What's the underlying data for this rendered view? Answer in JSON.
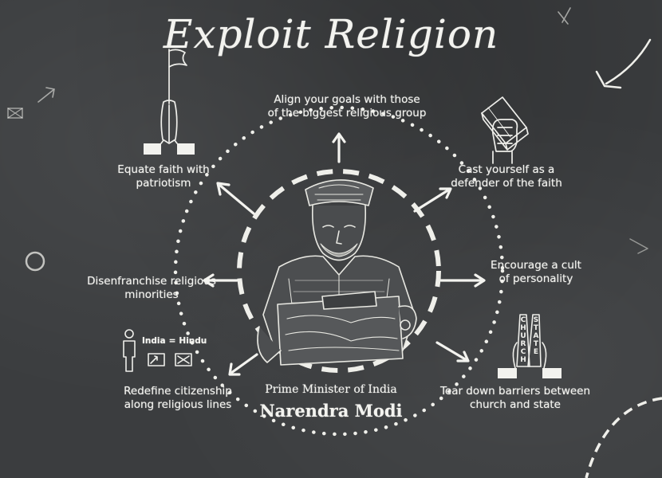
{
  "title": "Exploit Religion",
  "center": {
    "role": "Prime Minister of India",
    "name": "Narendra Modi"
  },
  "tactics": {
    "top": "Align your goals with those\nof the biggest religious group",
    "top_right": "Cast yourself as a\ndefender of the faith",
    "right": "Encourage a cult\nof personality",
    "bottom_right": "Tear down barriers between\nchurch and state",
    "bottom_left": "Redefine citizenship\nalong religious lines",
    "left": "Disenfranchise religious\nminorities",
    "top_left": "Equate faith with\npatriotism"
  },
  "equation": {
    "left": "India",
    "op": "=",
    "right": "Hindu"
  },
  "icons": {
    "top_left": "flag-prayer-hands-icon",
    "top_right": "fist-holding-book-icon",
    "bottom_right": "church-state-hands-icon",
    "bottom_left": "person-ballot-icon"
  }
}
